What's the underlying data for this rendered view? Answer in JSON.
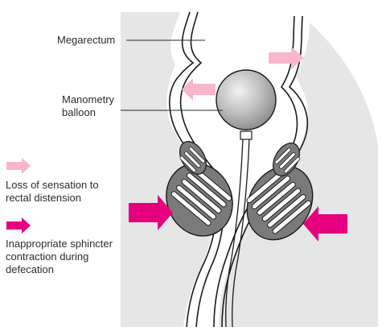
{
  "labels": {
    "megarectum": "Megarectum",
    "balloon": "Manometry\nballoon"
  },
  "legend": [
    {
      "text": "Loss of sensation to\nrectal distension",
      "color": "#f7b6cd"
    },
    {
      "text": "Inappropriate sphincter\ncontraction during\ndefecation",
      "color": "#e5007e"
    }
  ],
  "colors": {
    "tissue": "#e6e6e6",
    "outline": "#1a1a1a",
    "muscle": "#7a7a7a",
    "balloon": "#9a9a9a",
    "light_arrow": "#f7b6cd",
    "dark_arrow": "#e5007e"
  }
}
